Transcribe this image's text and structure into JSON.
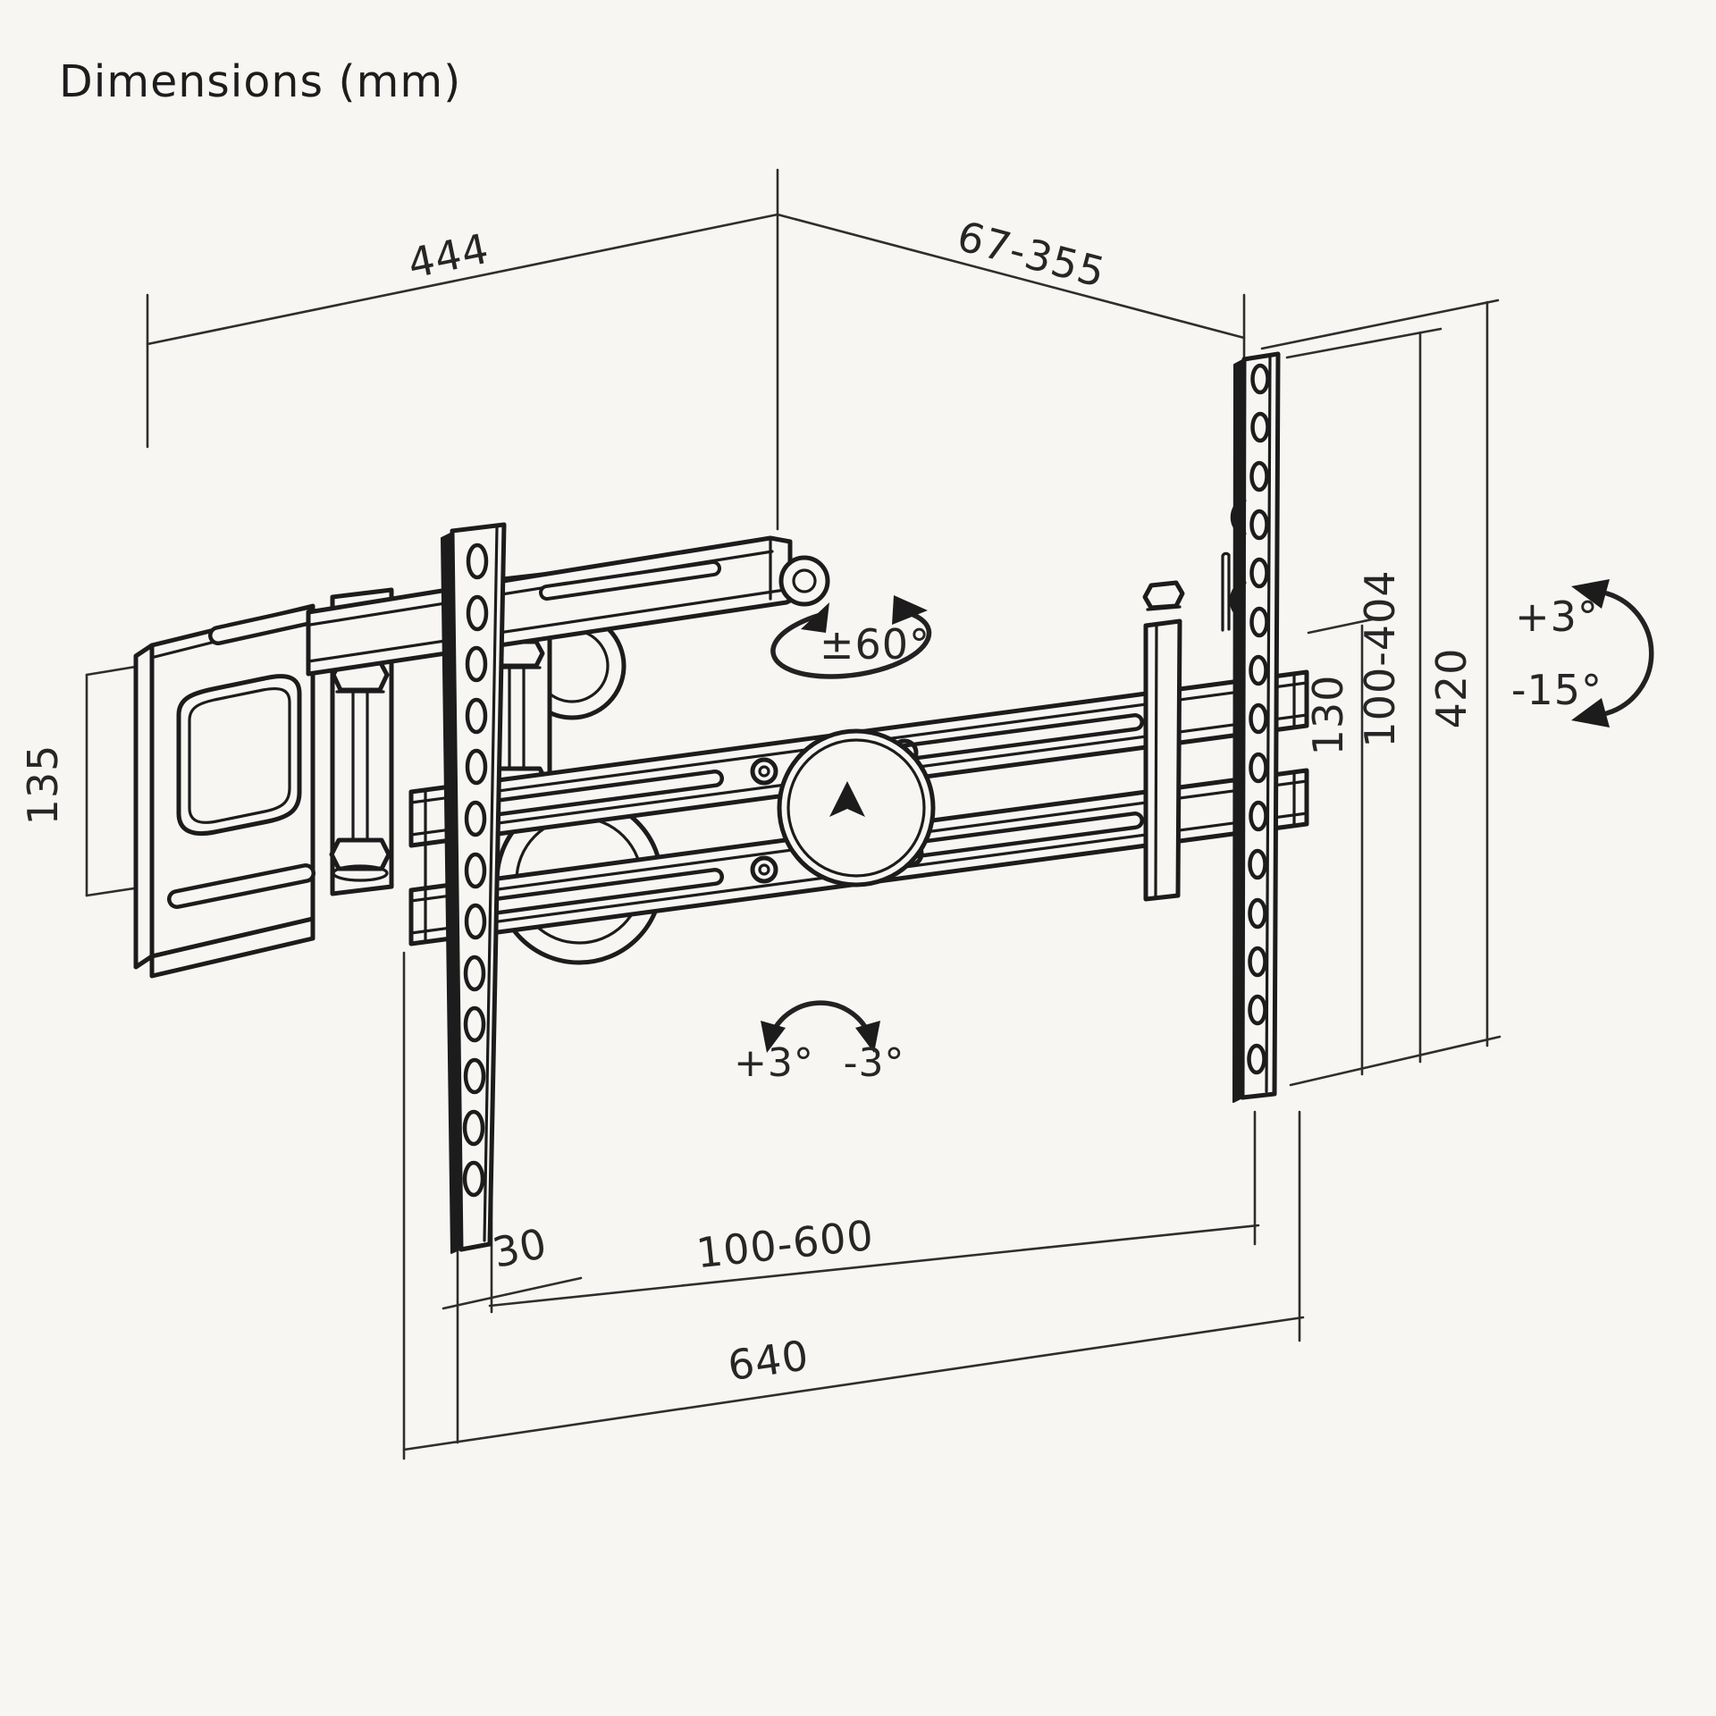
{
  "title": "Dimensions (mm)",
  "drawing": {
    "description": "Isometric technical line drawing of a full-motion articulating TV wall mount bracket",
    "units": "mm",
    "labels": {
      "wall_plate_width": "444",
      "extension_range": "67-355",
      "wall_plate_height": "135",
      "swivel_range": "±60°",
      "vesa_hole_offset": "130",
      "vesa_vertical_range": "100-404",
      "bracket_height": "420",
      "tilt_up": "+3°",
      "tilt_down": "-15°",
      "level_adjust_plus": "+3°",
      "level_adjust_minus": "-3°",
      "rail_depth": "30",
      "vesa_horizontal_range": "100-600",
      "bracket_width": "640"
    },
    "colors": {
      "line": "#1c1c1c",
      "dimension_line": "#2e2e2e",
      "text": "#262626",
      "background": "#f7f6f3"
    }
  }
}
